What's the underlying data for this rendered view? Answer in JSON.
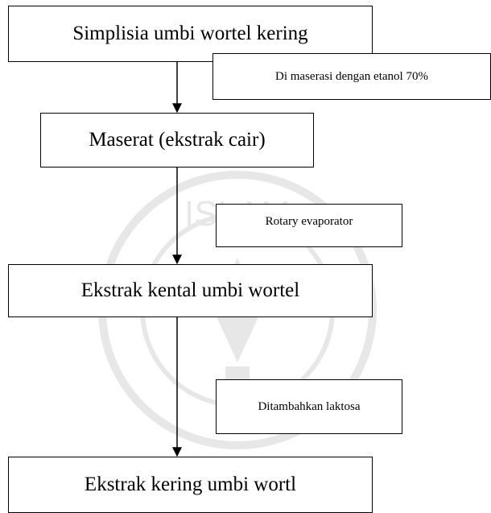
{
  "nodes": {
    "step1": "Simplisia umbi wortel kering",
    "step2": "Maserat (ekstrak cair)",
    "step3": "Ekstrak kental umbi wortel",
    "step4": "Ekstrak kering umbi wortl"
  },
  "process_notes": {
    "note1": "Di maserasi dengan etanol 70%",
    "note2": "Rotary evaporator",
    "note3": "Ditambahkan laktosa"
  },
  "watermark": {
    "text": "ISLAM"
  }
}
